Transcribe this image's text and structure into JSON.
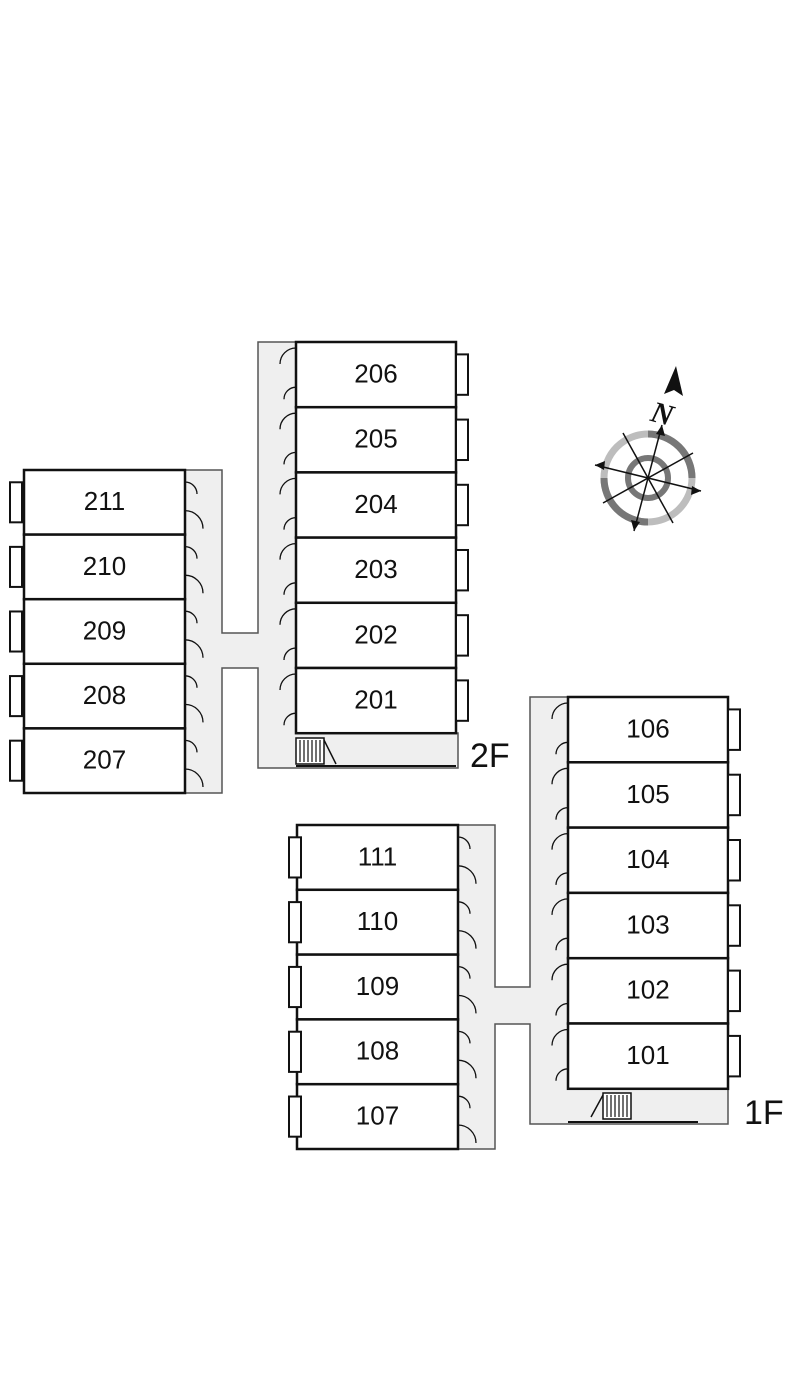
{
  "floors": [
    {
      "label": "2F",
      "blocks": [
        {
          "orientation": "left",
          "units": [
            "211",
            "210",
            "209",
            "208",
            "207"
          ]
        },
        {
          "orientation": "right",
          "units": [
            "206",
            "205",
            "204",
            "203",
            "202",
            "201"
          ]
        }
      ]
    },
    {
      "label": "1F",
      "blocks": [
        {
          "orientation": "left",
          "units": [
            "111",
            "110",
            "109",
            "108",
            "107"
          ]
        },
        {
          "orientation": "right",
          "units": [
            "106",
            "105",
            "104",
            "103",
            "102",
            "101"
          ]
        }
      ]
    }
  ],
  "compass": {
    "north_label": "N",
    "icon": "compass-rose-icon"
  },
  "colors": {
    "corridor": "#efefef",
    "outline": "#111111",
    "compass_ring": "#8a8a8a"
  }
}
